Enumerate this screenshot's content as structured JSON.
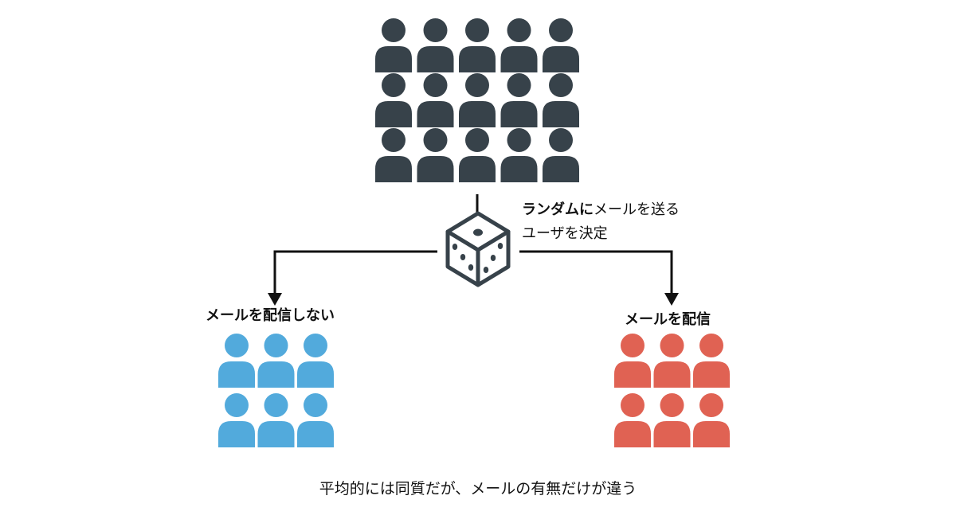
{
  "colors": {
    "population": "#37424a",
    "control": "#52aadc",
    "treatment": "#e06253",
    "line": "#111111",
    "die_stroke": "#37424a"
  },
  "icons": {
    "person": "person-icon",
    "die": "dice-icon"
  },
  "groups": {
    "population": {
      "count": 15
    },
    "control": {
      "label": "メールを配信しない",
      "count": 6
    },
    "treatment": {
      "label": "メールを配信",
      "count": 6
    }
  },
  "random_assignment": {
    "emphasis": "ランダムに",
    "line1_rest": "メールを送る",
    "line2": "ユーザを決定"
  },
  "caption": "平均的には同質だが、メールの有無だけが違う"
}
